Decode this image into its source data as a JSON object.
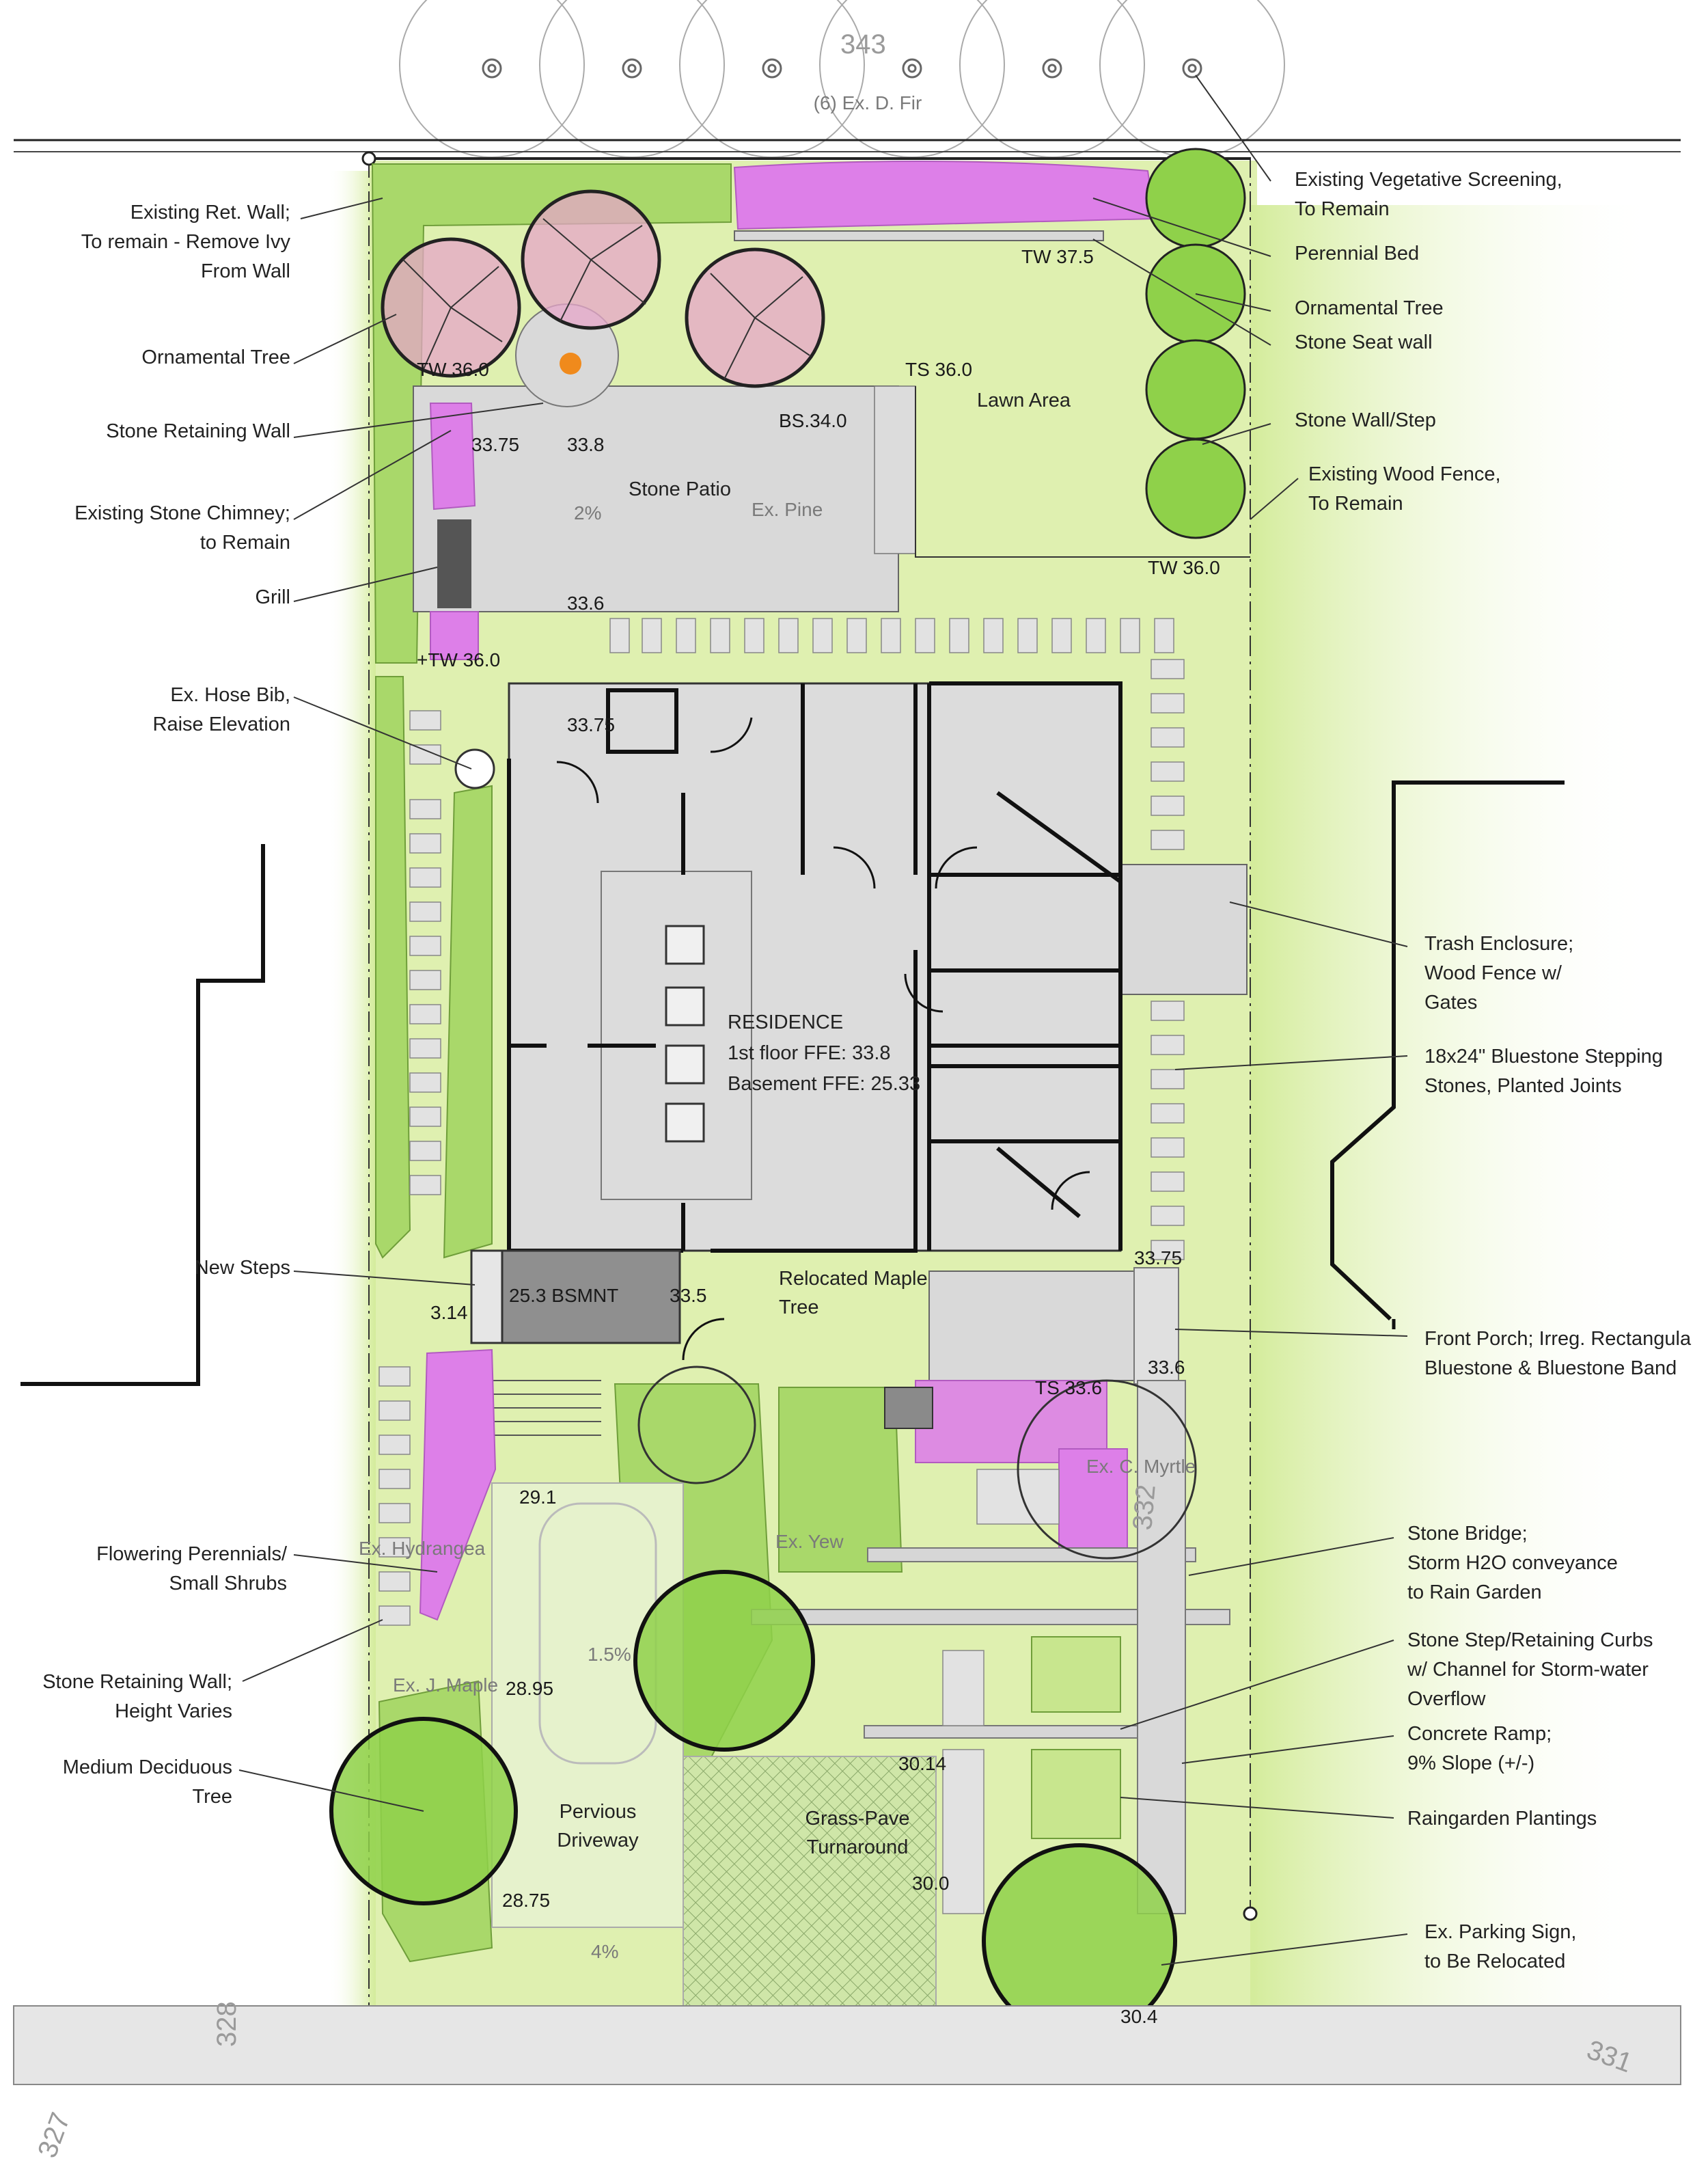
{
  "top": {
    "trees_label": "(6) Ex. D. Fir",
    "contour_343": "343"
  },
  "contours": {
    "c328": "328",
    "c327": "327",
    "c331": "331",
    "c332": "332"
  },
  "left_callouts": [
    "Existing Ret. Wall;",
    "To remain - Remove Ivy",
    "From Wall",
    "Ornamental Tree",
    "Stone Retaining Wall",
    "Existing Stone Chimney;",
    "to Remain",
    "Grill",
    "Ex. Hose Bib,",
    "Raise Elevation",
    "New Steps",
    "Flowering Perennials/",
    "Small Shrubs",
    "Stone Retaining Wall;",
    "Height Varies",
    "Medium Deciduous",
    "Tree"
  ],
  "right_callouts": [
    "Existing Vegetative Screening,",
    "To Remain",
    "Perennial Bed",
    "Ornamental Tree",
    "Stone Seat wall",
    "Stone Wall/Step",
    "Existing Wood Fence,",
    "To Remain",
    "Trash Enclosure;",
    "Wood Fence w/",
    "Gates",
    "18x24\" Bluestone Stepping",
    "Stones, Planted Joints",
    "Front Porch; Irreg. Rectangula",
    "Bluestone & Bluestone Band",
    "Stone Bridge;",
    "Storm H2O conveyance",
    "to Rain Garden",
    "Stone Step/Retaining Curbs",
    "w/ Channel for Storm-water",
    "Overflow",
    "Concrete Ramp;",
    "9% Slope (+/-)",
    "Raingarden Plantings",
    "Ex. Parking Sign,",
    "to Be Relocated"
  ],
  "interior": {
    "lawn_area": "Lawn Area",
    "stone_patio": "Stone Patio",
    "ex_pine": "Ex. Pine",
    "residence": "RESIDENCE",
    "first_floor": "1st floor FFE: 33.8",
    "basement": "Basement FFE: 25.33",
    "relocated_maple": [
      "Relocated Maple",
      "Tree"
    ],
    "ex_yew": "Ex. Yew",
    "ex_myrtle": "Ex. C. Myrtle",
    "ex_hydrangea": "Ex. Hydrangea",
    "ex_maple": "Ex. J. Maple",
    "pervious": [
      "Pervious",
      "Driveway"
    ],
    "grass_pave": [
      "Grass-Pave",
      "Turnaround"
    ],
    "bsmnt": "25.3 BSMNT",
    "slope_2pct": "2%",
    "slope_15": "1.5%",
    "slope_4pct": "4%"
  },
  "elevations": {
    "tw375": "TW 37.5",
    "ts360": "TS 36.0",
    "tw360a": "TW 36.0",
    "bs340": "BS.34.0",
    "e3375a": "33.75",
    "e338": "33.8",
    "e336a": "33.6",
    "tw360b": "+TW 36.0",
    "tw360c": "TW 36.0",
    "e3375b": "33.75",
    "e3375c": "33.75",
    "e314": "3.14",
    "e335": "33.5",
    "e336b": "33.6",
    "ts336": "TS 33.6",
    "e291": "29.1",
    "e2895": "28.95",
    "e3014": "30.14",
    "e300": "30.0",
    "e2875": "28.75",
    "e304": "30.4"
  },
  "colors": {
    "lawn": "#d9efa6",
    "planting": "#a9d86a",
    "perennial": "#dd7fe8",
    "ornamental_tree": "#e5a6c8",
    "orange_marker": "#f08a1c"
  }
}
